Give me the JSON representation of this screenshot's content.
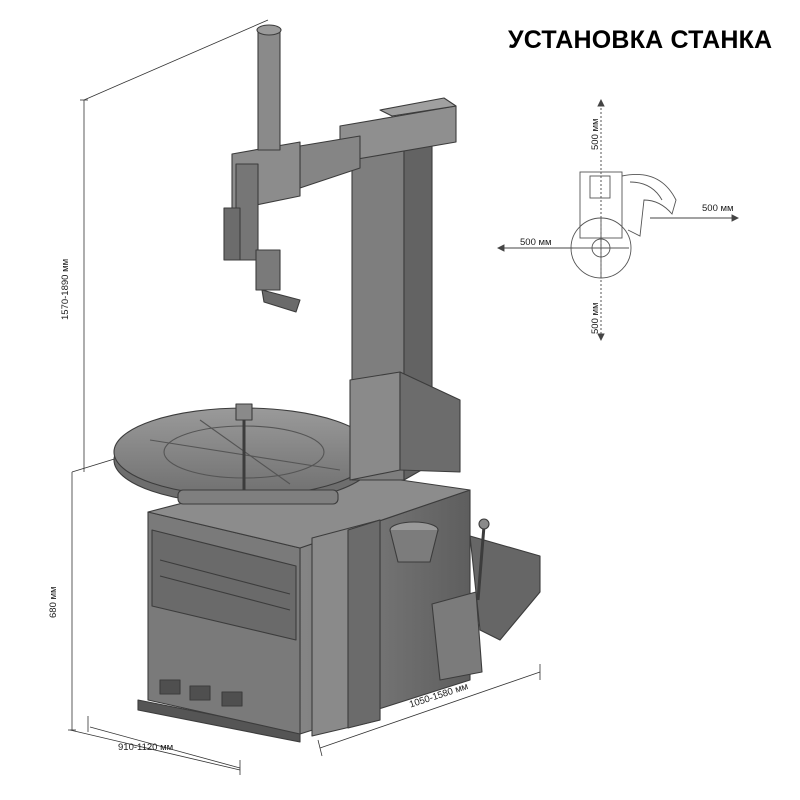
{
  "title": "УСТАНОВКА СТАНКА",
  "dimensions": {
    "total_height": "1570-1890 мм",
    "base_height": "680 мм",
    "width": "910-1120 мм",
    "depth": "1050-1580 мм"
  },
  "clearances": {
    "top": "500 мм",
    "right": "500 мм",
    "left": "500 мм",
    "bottom": "500 мм"
  },
  "colors": {
    "machine_body": "#6f6f6f",
    "machine_edge": "#3c3c3c",
    "line": "#333333"
  }
}
